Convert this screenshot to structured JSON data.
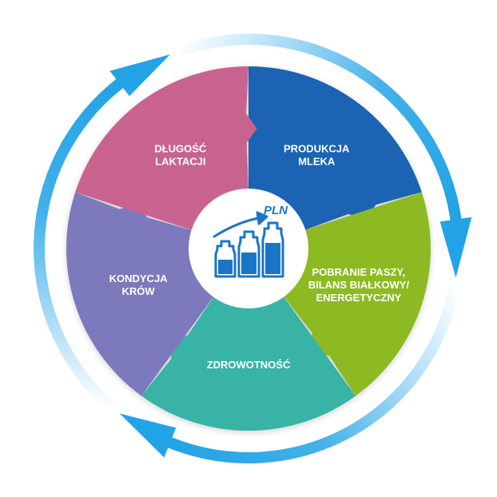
{
  "center": {
    "currency": "PLN",
    "icon": "milk-bottles-growth-icon"
  },
  "segments": [
    {
      "id": "produkcja-mleka",
      "lines": [
        "PRODUKCJA",
        "MLEKA"
      ],
      "color": "#1a64b4"
    },
    {
      "id": "pobranie-paszy",
      "lines": [
        "POBRANIE PASZY,",
        "BILANS BIAŁKOWY/",
        "ENERGETYCZNY"
      ],
      "color": "#8dba22"
    },
    {
      "id": "zdrowotnosc",
      "lines": [
        "ZDROWOTNOŚĆ"
      ],
      "color": "#38b3a6"
    },
    {
      "id": "kondycja-krow",
      "lines": [
        "KONDYCJA",
        "KRÓW"
      ],
      "color": "#7b79bd"
    },
    {
      "id": "dlugosc-laktacji",
      "lines": [
        "DŁUGOŚĆ",
        "LAKTACJI"
      ],
      "color": "#c8648f"
    }
  ],
  "cycle_arrows": {
    "color": "#22a3e6",
    "direction": "clockwise",
    "count": 3,
    "icon": "cycle-arrow-icon"
  }
}
